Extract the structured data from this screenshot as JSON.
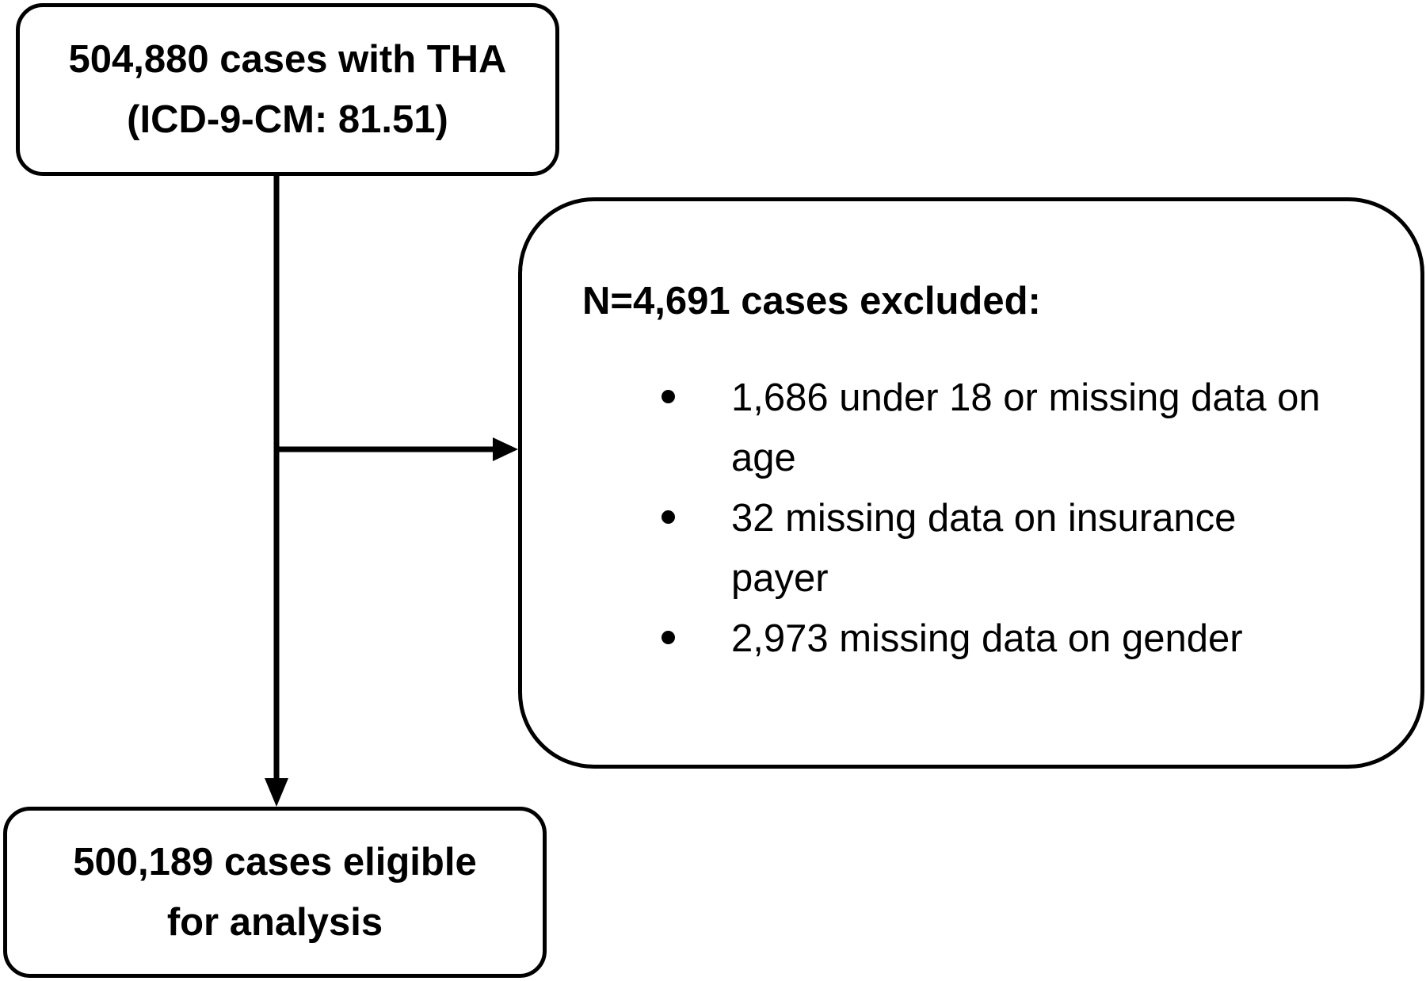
{
  "diagram": {
    "start_box": {
      "line1": "504,880 cases with THA",
      "line2": "(ICD-9-CM: 81.51)"
    },
    "excluded_box": {
      "heading": "N=4,691 cases excluded:",
      "reasons": [
        "1,686 under 18 or missing data on age",
        "32 missing data on insurance payer",
        "2,973 missing data on gender"
      ]
    },
    "end_box": {
      "line1": "500,189 cases eligible",
      "line2": "for analysis"
    }
  }
}
